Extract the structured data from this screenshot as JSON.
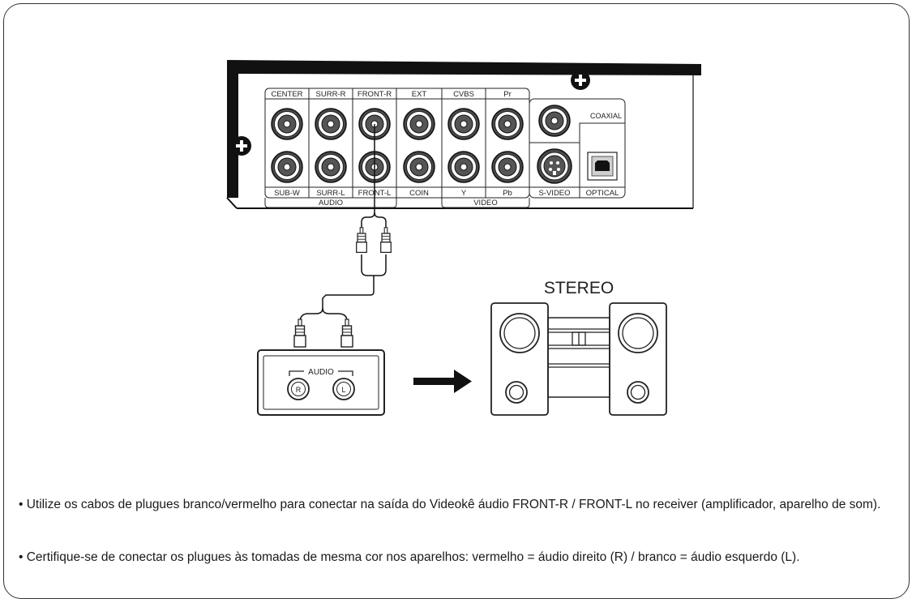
{
  "panel": {
    "top_labels": [
      "CENTER",
      "SURR-R",
      "FRONT-R",
      "EXT",
      "CVBS",
      "Pr"
    ],
    "bottom_labels": [
      "SUB-W",
      "SURR-L",
      "FRONT-L",
      "COIN",
      "Y",
      "Pb"
    ],
    "group_audio": "AUDIO",
    "group_video": "VIDEO",
    "coaxial": "COAXIAL",
    "svideo": "S-VIDEO",
    "optical": "OPTICAL"
  },
  "receiver": {
    "audio_label": "AUDIO",
    "right_jack": "R",
    "left_jack": "L"
  },
  "stereo": {
    "title": "STEREO"
  },
  "notes": {
    "note1": "• Utilize os cabos de plugues branco/vermelho para conectar na saída do Videokê áudio FRONT-R / FRONT-L no receiver (amplificador, aparelho de som).",
    "note2": "• Certifique-se de conectar os plugues às tomadas de mesma cor nos aparelhos: vermelho = áudio direito (R) / branco = áudio esquerdo (L)."
  }
}
